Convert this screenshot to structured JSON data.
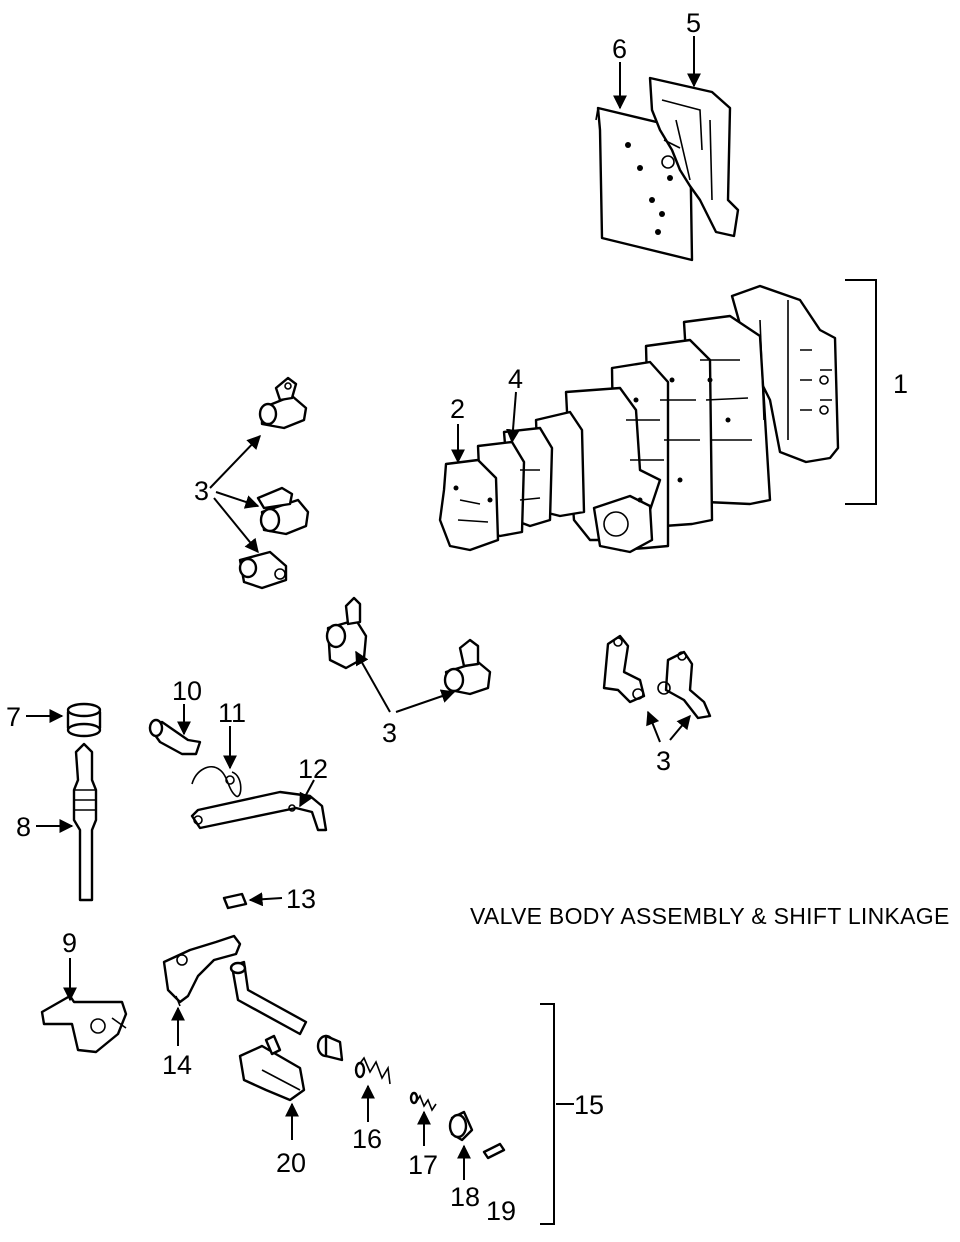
{
  "caption": "VALVE  BODY ASSEMBLY & SHIFT LINKAGE",
  "callouts": {
    "c1": "1",
    "c2": "2",
    "c3a": "3",
    "c3b": "3",
    "c3c": "3",
    "c4": "4",
    "c5": "5",
    "c6": "6",
    "c7": "7",
    "c8": "8",
    "c9": "9",
    "c10": "10",
    "c11": "11",
    "c12": "12",
    "c13": "13",
    "c14": "14",
    "c15": "15",
    "c16": "16",
    "c17": "17",
    "c18": "18",
    "c19": "19",
    "c20": "20"
  }
}
